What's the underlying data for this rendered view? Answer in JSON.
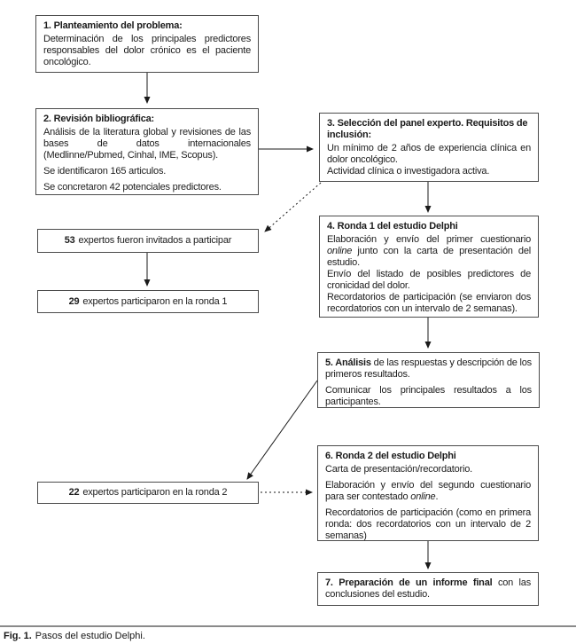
{
  "figure": {
    "caption_label": "Fig. 1.",
    "caption_text": "Pasos del estudio Delphi."
  },
  "colors": {
    "box_border": "#4b4b4b",
    "text": "#1c1c1c",
    "arrow": "#1a1a1a",
    "divider": "#8a8a8a",
    "background": "#ffffff"
  },
  "boxes": {
    "step1": {
      "title": "1. Planteamiento del problema:",
      "body": "Determinación de los principales predictores responsables del dolor crónico es el paciente oncológico."
    },
    "step2": {
      "title": "2. Revisión bibliográfica:",
      "p1": "Análisis de la literatura global y revisiones de las bases de datos internacionales (Medlinne/Pubmed, Cinhal, IME, Scopus).",
      "p2": "Se identificaron 165 articulos.",
      "p3": "Se concretaron 42 potenciales predictores."
    },
    "step3": {
      "title": "3. Selección del panel experto. Requisitos de inclusión:",
      "p1": "Un mínimo de 2 años de experiencia clínica en dolor oncológico.",
      "p2": "Actividad clínica o investigadora activa."
    },
    "invited": {
      "count": "53",
      "text": " expertos fueron invitados a participar"
    },
    "round1": {
      "count": "29",
      "text": " expertos participaron en la ronda 1"
    },
    "step4": {
      "title": "4. Ronda 1 del estudio Delphi",
      "p1_pre": "Elaboración y envío del primer cuestionario ",
      "p1_italic": "online",
      "p1_post": " junto con la carta de presentación del estudio.",
      "p2": "Envío del listado de posibles predictores de cronicidad del dolor.",
      "p3": "Recordatorios de participación (se enviaron dos recordatorios con un intervalo de 2 semanas)."
    },
    "step5": {
      "title_bold": "5. Análisis",
      "title_rest": " de las respuestas y descripción de los primeros resultados.",
      "p2": "Comunicar los principales resultados a los participantes."
    },
    "step6": {
      "title": "6. Ronda 2 del estudio Delphi",
      "p1": "Carta de presentación/recordatorio.",
      "p2_pre": "Elaboración y envío del segundo cuestionario para ser contestado ",
      "p2_italic": "online",
      "p2_post": ".",
      "p3": "Recordatorios de participación (como en primera ronda: dos recordatorios con un intervalo de 2 semanas)"
    },
    "round2": {
      "count": "22",
      "text": " expertos participaron en la ronda 2"
    },
    "step7": {
      "title_bold": "7. Preparación de un informe final",
      "title_rest": " con las conclusiones del estudio."
    }
  }
}
